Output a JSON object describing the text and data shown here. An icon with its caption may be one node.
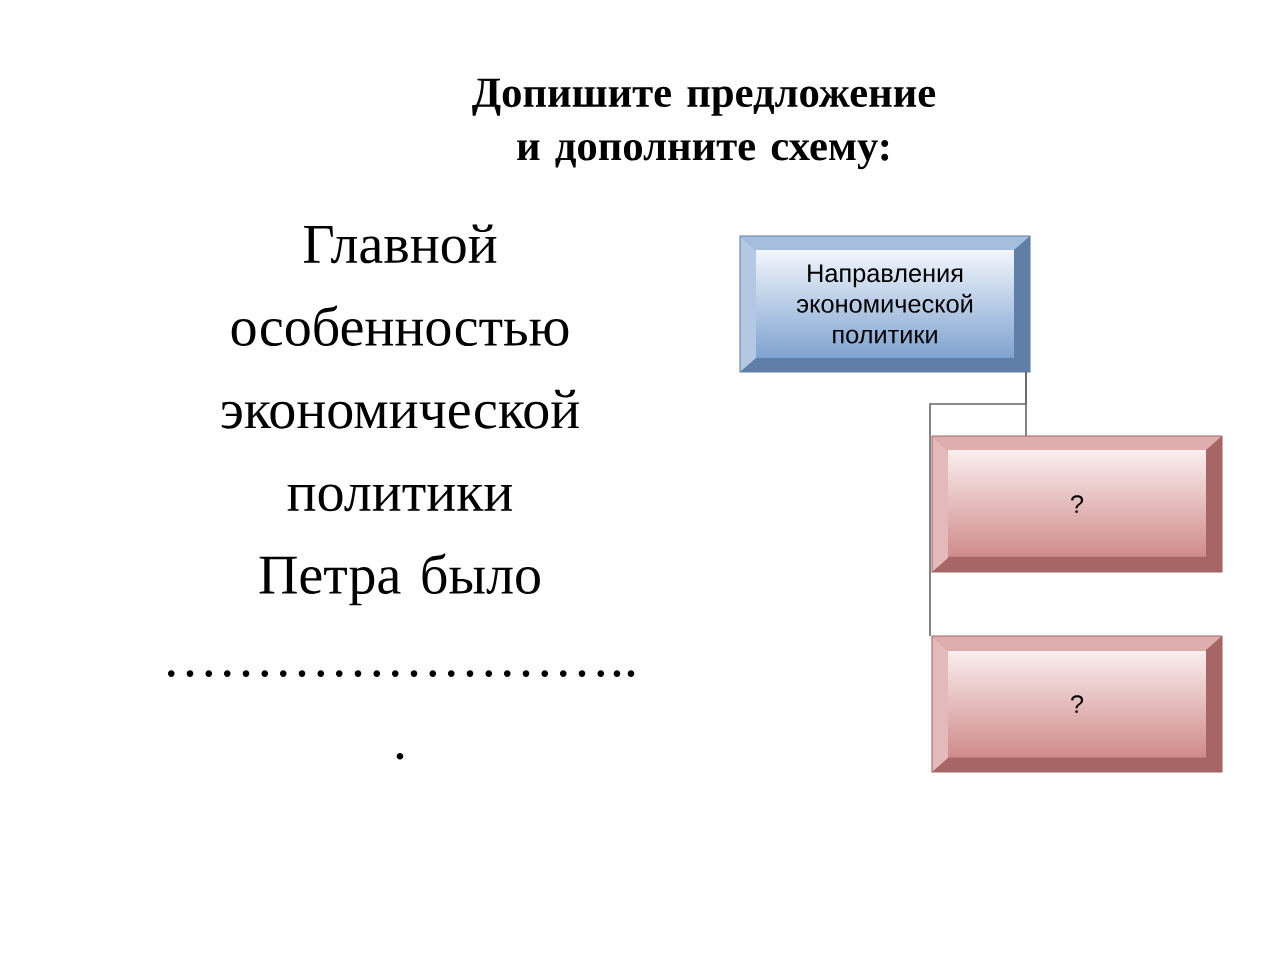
{
  "diagram": {
    "title": "Допишите предложение и дополните схему:",
    "nodes": [
      {
        "text": [
          "Направления экономической политики"
        ]
      },
      {
        "text": [
          "?"
        ]
      },
      {
        "text": [
          "?"
        ]
      }
    ],
    "edges": [
      {
        "from": 0,
        "to": 1,
        "arrow": "none"
      },
      {
        "from": 0,
        "to": 2,
        "arrow": "none"
      }
    ],
    "labels": [
      "Главной особенностью экономической политики Петра было …………………….. ."
    ]
  }
}
